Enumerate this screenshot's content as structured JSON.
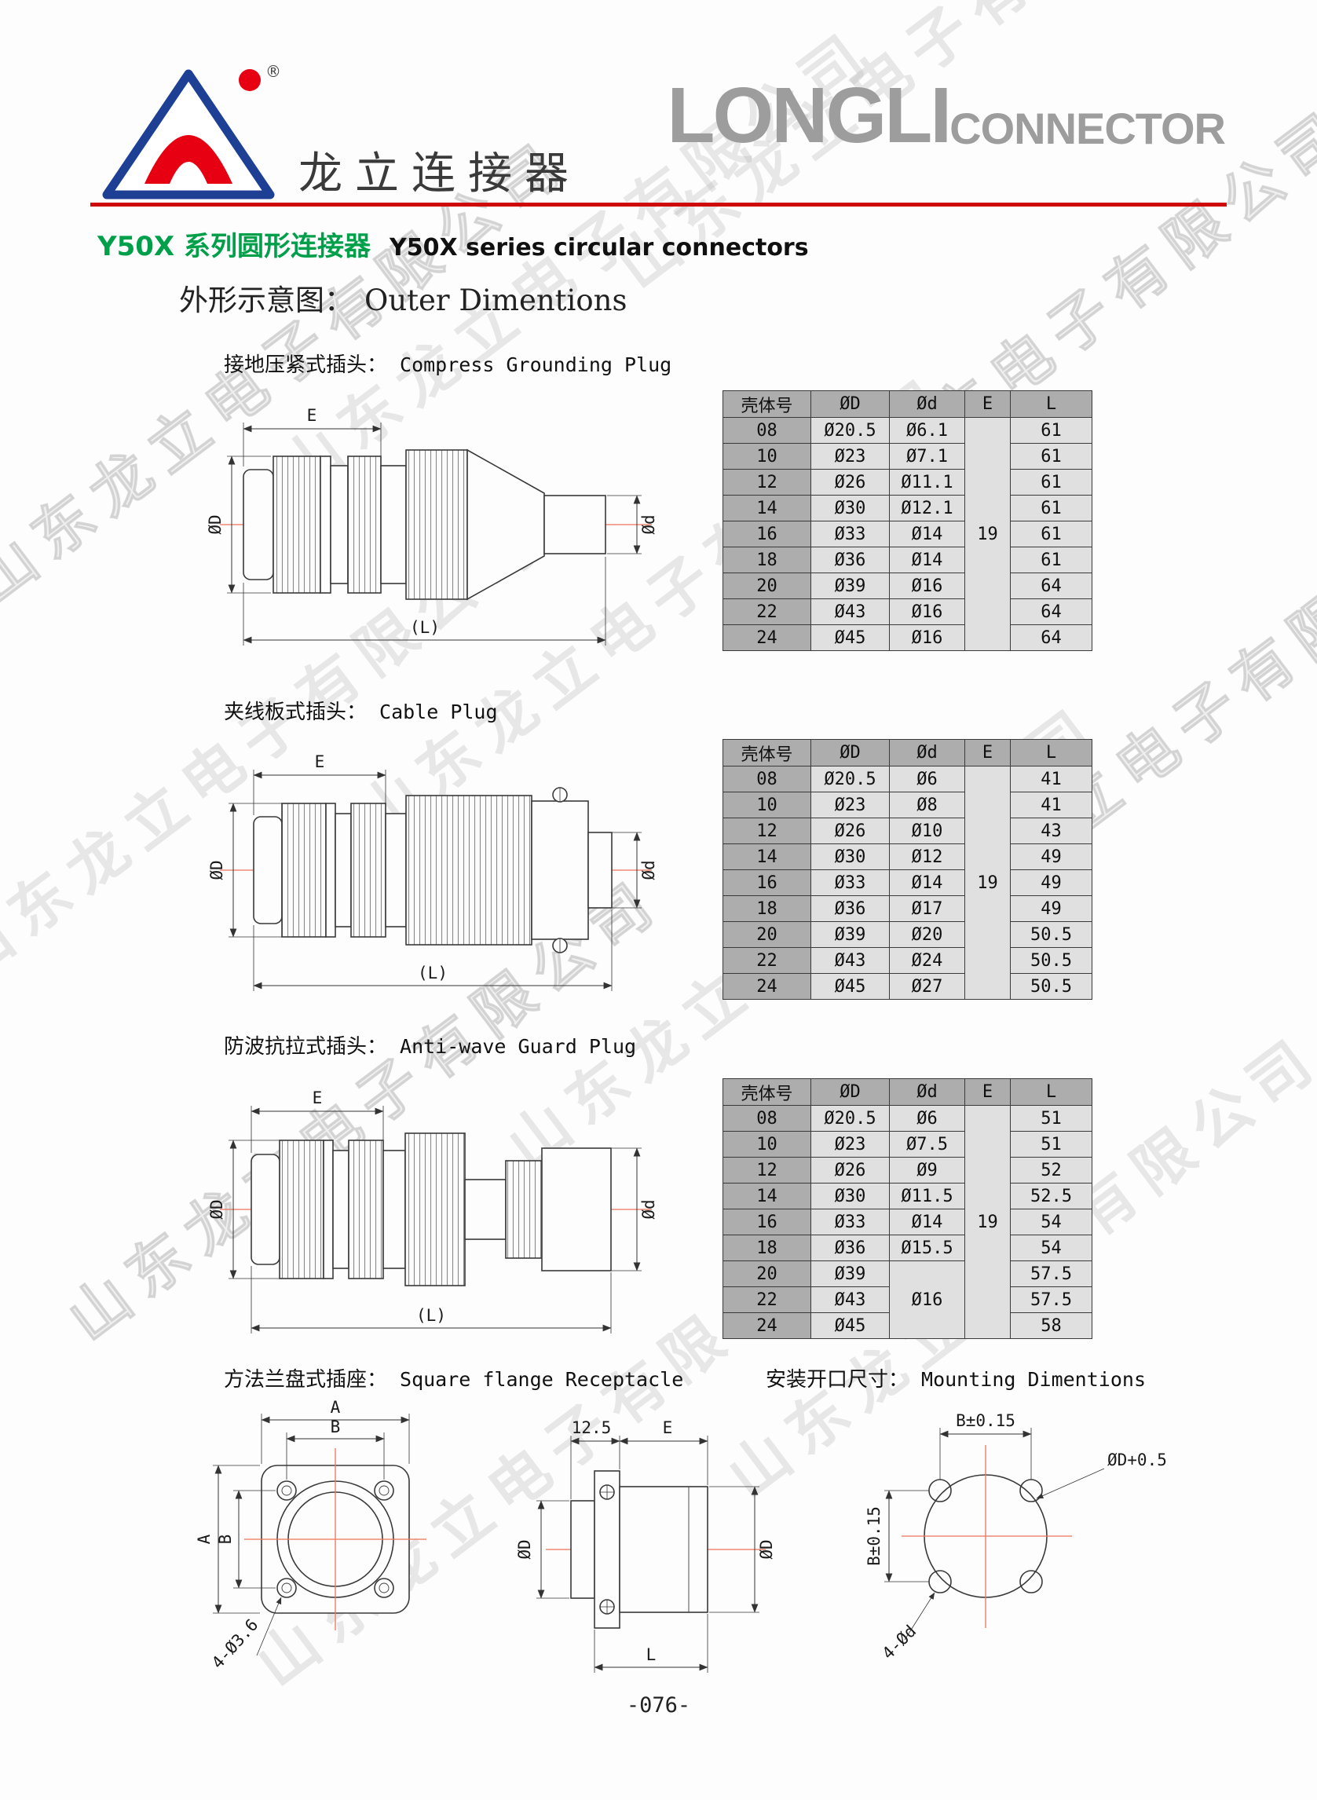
{
  "header": {
    "brand_cn": "龙立连接器",
    "brand_en_1": "LONGLI",
    "brand_en_2": "CONNECTOR",
    "reg_mark": "®"
  },
  "title": {
    "cn": "Y50X 系列圆形连接器",
    "en": "Y50X series circular connectors"
  },
  "heading": {
    "cn": "外形示意图：",
    "en": "Outer Dimentions"
  },
  "watermark": "山东龙立电子有限公司",
  "sections": {
    "s1": {
      "cn": "接地压紧式插头：",
      "en": "Compress Grounding Plug"
    },
    "s2": {
      "cn": "夹线板式插头：",
      "en": "Cable Plug"
    },
    "s3": {
      "cn": "防波抗拉式插头：",
      "en": "Anti-wave Guard Plug"
    },
    "s4": {
      "cn": "方法兰盘式插座：",
      "en": "Square flange Receptacle"
    },
    "s5": {
      "cn": "安装开口尺寸：",
      "en": "Mounting Dimentions"
    }
  },
  "dims": {
    "E": "E",
    "OD": "ØD",
    "Od": "Ød",
    "L_paren": "(L)",
    "L": "L",
    "A": "A",
    "B": "B",
    "flange_holes": "4-Ø3.6",
    "t125": "12.5",
    "B_tol": "B±0.15",
    "OD_tol": "ØD+0.5",
    "mount_holes": "4-Ød"
  },
  "tables": {
    "columns": [
      "壳体号",
      "ØD",
      "Ød",
      "E",
      "L"
    ],
    "t1_rows": [
      [
        "08",
        "Ø20.5",
        "Ø6.1",
        {
          "t": "19",
          "rs": 9
        },
        "61"
      ],
      [
        "10",
        "Ø23",
        "Ø7.1",
        "61"
      ],
      [
        "12",
        "Ø26",
        "Ø11.1",
        "61"
      ],
      [
        "14",
        "Ø30",
        "Ø12.1",
        "61"
      ],
      [
        "16",
        "Ø33",
        "Ø14",
        "61"
      ],
      [
        "18",
        "Ø36",
        "Ø14",
        "61"
      ],
      [
        "20",
        "Ø39",
        "Ø16",
        "64"
      ],
      [
        "22",
        "Ø43",
        "Ø16",
        "64"
      ],
      [
        "24",
        "Ø45",
        "Ø16",
        "64"
      ]
    ],
    "t2_rows": [
      [
        "08",
        "Ø20.5",
        "Ø6",
        {
          "t": "19",
          "rs": 9
        },
        "41"
      ],
      [
        "10",
        "Ø23",
        "Ø8",
        "41"
      ],
      [
        "12",
        "Ø26",
        "Ø10",
        "43"
      ],
      [
        "14",
        "Ø30",
        "Ø12",
        "49"
      ],
      [
        "16",
        "Ø33",
        "Ø14",
        "49"
      ],
      [
        "18",
        "Ø36",
        "Ø17",
        "49"
      ],
      [
        "20",
        "Ø39",
        "Ø20",
        "50.5"
      ],
      [
        "22",
        "Ø43",
        "Ø24",
        "50.5"
      ],
      [
        "24",
        "Ø45",
        "Ø27",
        "50.5"
      ]
    ],
    "t3_rows": [
      [
        "08",
        "Ø20.5",
        "Ø6",
        {
          "t": "19",
          "rs": 9
        },
        "51"
      ],
      [
        "10",
        "Ø23",
        "Ø7.5",
        "51"
      ],
      [
        "12",
        "Ø26",
        "Ø9",
        "52"
      ],
      [
        "14",
        "Ø30",
        "Ø11.5",
        "52.5"
      ],
      [
        "16",
        "Ø33",
        "Ø14",
        "54"
      ],
      [
        "18",
        "Ø36",
        "Ø15.5",
        "54"
      ],
      [
        "20",
        "Ø39",
        {
          "t": "Ø16",
          "rs": 3
        },
        "57.5"
      ],
      [
        "22",
        "Ø43",
        "57.5"
      ],
      [
        "24",
        "Ø45",
        "58"
      ]
    ]
  },
  "footer": {
    "page": "-076-"
  }
}
